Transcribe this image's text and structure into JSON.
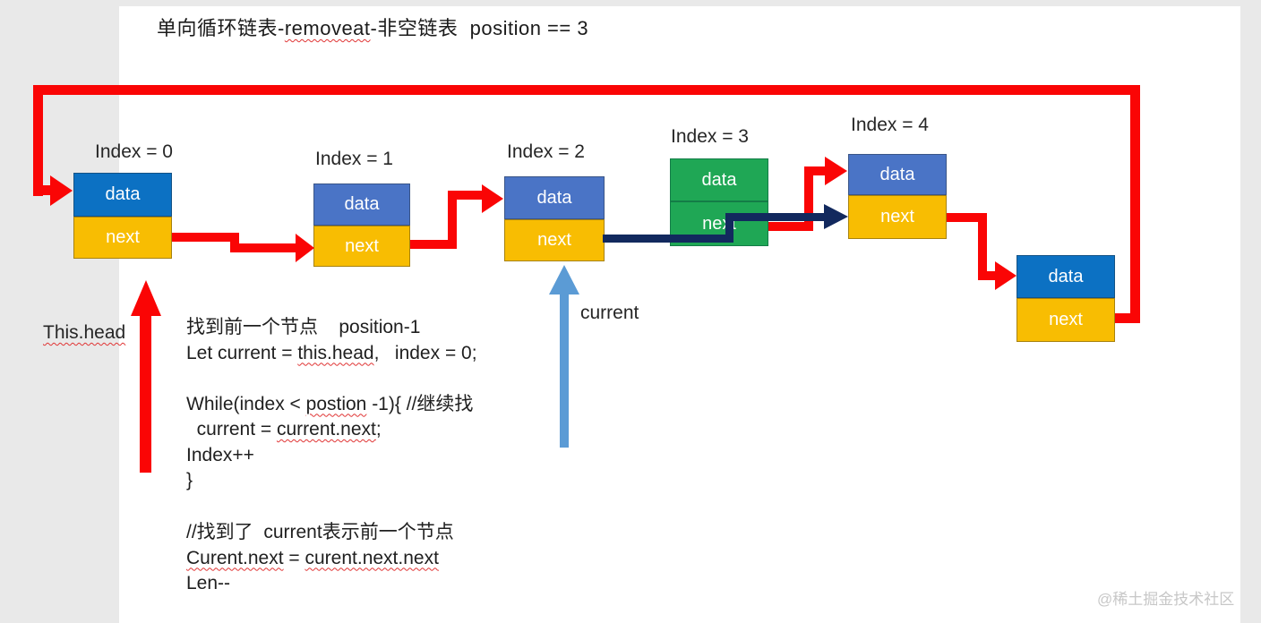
{
  "page": {
    "title": "单向循环链表-removeat-非空链表  position == 3",
    "watermark": "@稀土掘金技术社区"
  },
  "pointers": {
    "head_label": "This.head",
    "current_label": "current"
  },
  "nodes": [
    {
      "index_label": "Index = 0",
      "data_label": "data",
      "next_label": "next"
    },
    {
      "index_label": "Index = 1",
      "data_label": "data",
      "next_label": "next"
    },
    {
      "index_label": "Index = 2",
      "data_label": "data",
      "next_label": "next"
    },
    {
      "index_label": "Index = 3",
      "data_label": "data",
      "next_label": "next"
    },
    {
      "index_label": "Index = 4",
      "data_label": "data",
      "next_label": "next"
    },
    {
      "index_label": "",
      "data_label": "data",
      "next_label": "next"
    }
  ],
  "code": {
    "block1": [
      "找到前一个节点    position-1",
      "Let current = this.head,   index = 0;",
      "",
      "While(index < postion -1){ //继续找",
      "  current = current.next;",
      "Index++",
      "}"
    ],
    "block2": [
      "//找到了  current表示前一个节点",
      "Curent.next = curent.next.next",
      "Len--"
    ]
  },
  "squiggle_words": [
    "curent.next.next",
    "current.next",
    "Curent.next",
    "this.head",
    "This.head",
    "removeat",
    "postion"
  ],
  "colors": {
    "red": "#fa0505",
    "navy": "#12295e",
    "blue_strong": "#0c71c3",
    "blue_slate": "#4a74c6",
    "yellow": "#f8bd02",
    "green": "#1fa755",
    "light_blue": "#5b9bd5"
  }
}
